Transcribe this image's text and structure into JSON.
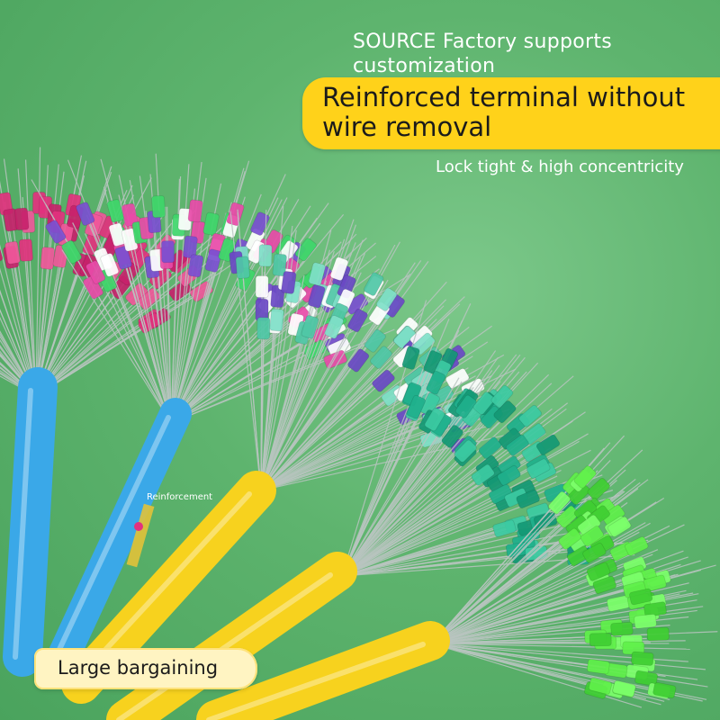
{
  "overlay": {
    "source_line": "SOURCE Factory supports customization",
    "headline": "Reinforced terminal without wire removal",
    "subline": "Lock tight & high concentricity",
    "reinforcement_label": "Reinforcement",
    "badge_label": "Large bargaining"
  },
  "colors": {
    "background": "#5eb46e",
    "banner": "#ffd21a",
    "badge": "#fff4c2",
    "wire": "#b9c4c0"
  },
  "products": [
    {
      "name": "magenta-terminal-bundle",
      "handle": "blue-tube",
      "tip_color": "#e2327e"
    },
    {
      "name": "camo-pink-green-bundle",
      "handle": "blue-tube-reinforced",
      "tip_color": "#3fd66a"
    },
    {
      "name": "camo-mint-purple-bundle",
      "handle": "yellow-tube",
      "tip_color": "#7fe0c8"
    },
    {
      "name": "teal-terminal-bundle",
      "handle": "yellow-tube",
      "tip_color": "#1fb08c"
    },
    {
      "name": "lime-terminal-bundle",
      "handle": "yellow-tube",
      "tip_color": "#5ff04a"
    }
  ]
}
